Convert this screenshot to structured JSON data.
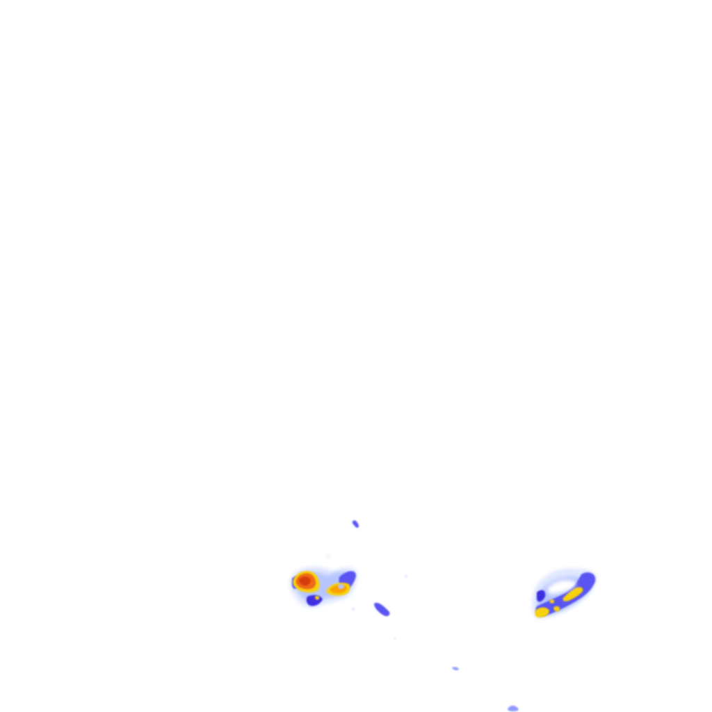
{
  "map": {
    "type": "precipitation-radar-overlay",
    "background": "#ffffff",
    "palette": {
      "very_light": "#dfe7ff",
      "light": "#b7c6ff",
      "light_medium": "#8f9bff",
      "medium": "#5a55f2",
      "medium_heavy": "#3d2fe0",
      "heavy": "#f7d20a",
      "very_heavy": "#f7a300",
      "intense": "#ee6a12",
      "extreme": "#d83a0c"
    },
    "cells": [
      {
        "name": "storm-cell-center",
        "intensity_max": "intense"
      },
      {
        "name": "storm-cell-east",
        "intensity_max": "heavy"
      },
      {
        "name": "echo-fragment-north",
        "intensity_max": "medium"
      },
      {
        "name": "echo-fragment-south",
        "intensity_max": "medium"
      },
      {
        "name": "echo-fragment-southeast",
        "intensity_max": "light_medium"
      },
      {
        "name": "echo-fragment-bottom",
        "intensity_max": "light_medium"
      }
    ]
  }
}
